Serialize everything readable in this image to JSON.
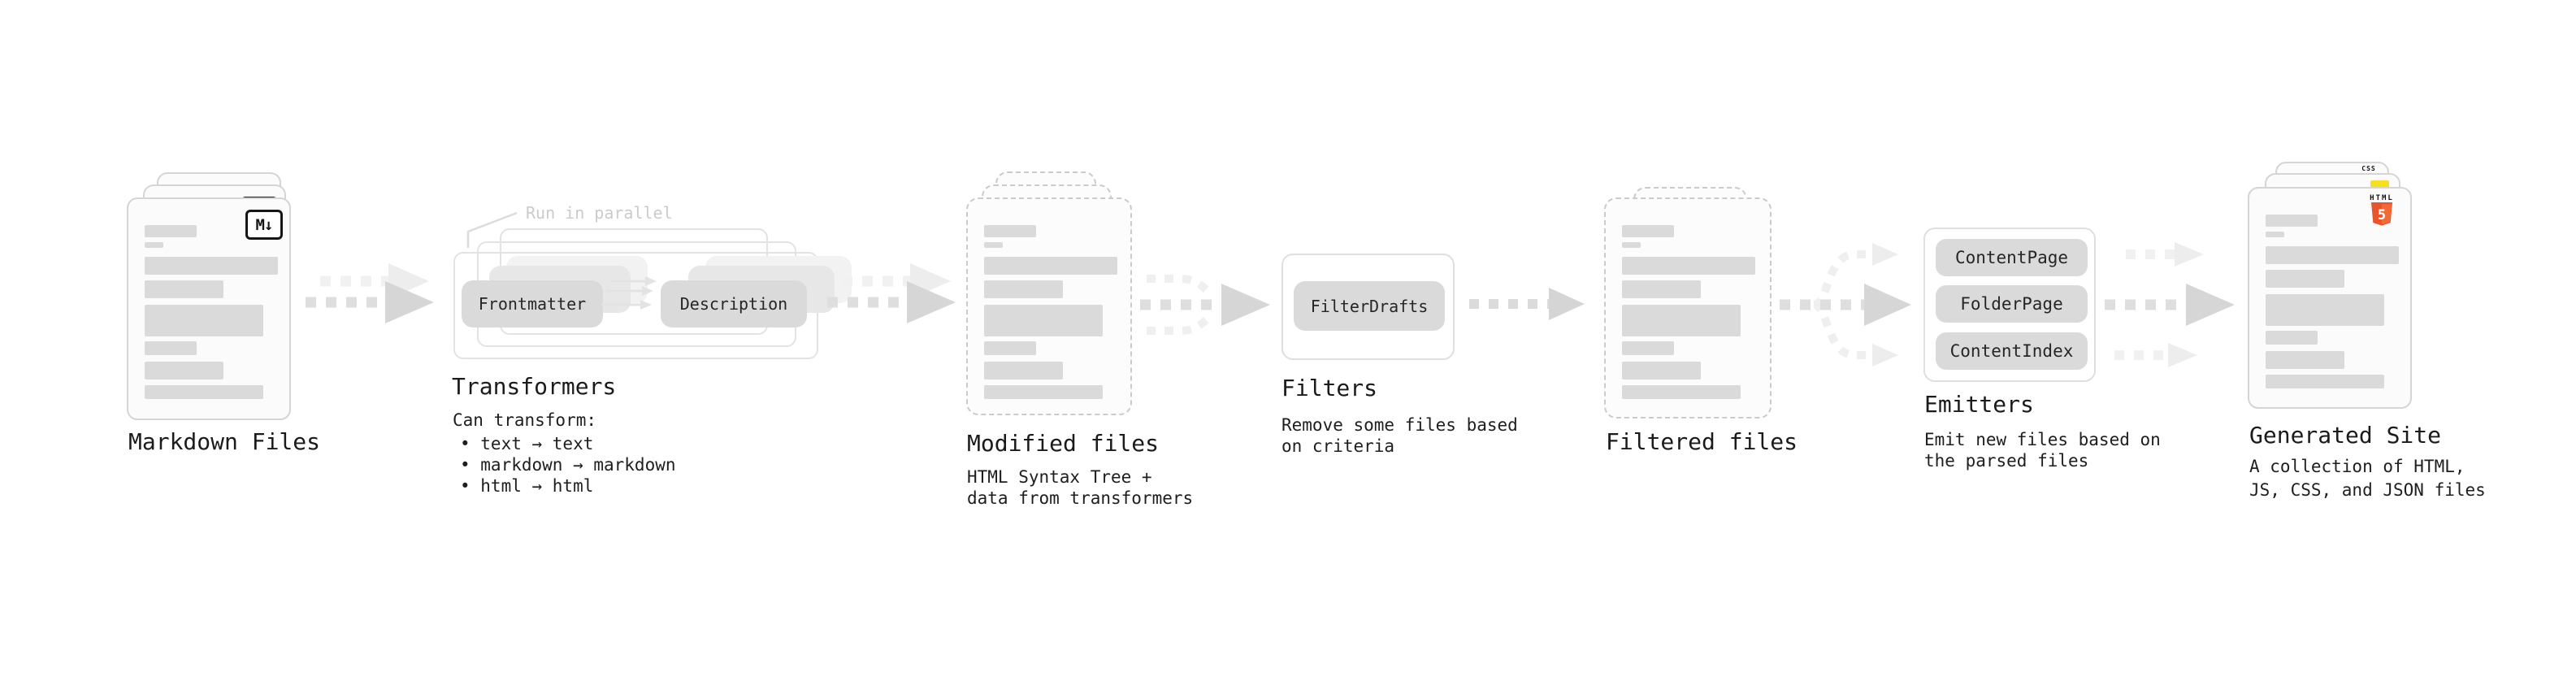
{
  "markdown_files": {
    "label": "Markdown Files"
  },
  "transformers": {
    "label": "Transformers",
    "note": "Run in parallel",
    "input_pill": "Frontmatter",
    "output_pill": "Description",
    "subtitle": "Can transform:",
    "bullets": [
      "• text → text",
      "• markdown → markdown",
      "• html → html"
    ]
  },
  "modified_files": {
    "label": "Modified files",
    "subtitle": "HTML Syntax Tree +\ndata from transformers"
  },
  "filters": {
    "label": "Filters",
    "pill": "FilterDrafts",
    "subtitle": "Remove some files based\non criteria"
  },
  "filtered_files": {
    "label": "Filtered files"
  },
  "emitters": {
    "label": "Emitters",
    "pills": [
      "ContentPage",
      "FolderPage",
      "ContentIndex"
    ],
    "subtitle": "Emit new files based on\nthe parsed files"
  },
  "generated_site": {
    "label": "Generated Site",
    "subtitle": "A collection of HTML,\nJS, CSS, and JSON files"
  },
  "icons": {
    "markdown_badge": "M↓",
    "html5_label": "HTML",
    "html5_numeral": "5",
    "css_label": "CSS"
  },
  "colors": {
    "html5_orange": "#e8552d",
    "js_yellow": "#f7df1e",
    "css_blue": "#2a5ce1",
    "bar_gray": "#dadada",
    "note_gray": "#cbcbcb"
  }
}
